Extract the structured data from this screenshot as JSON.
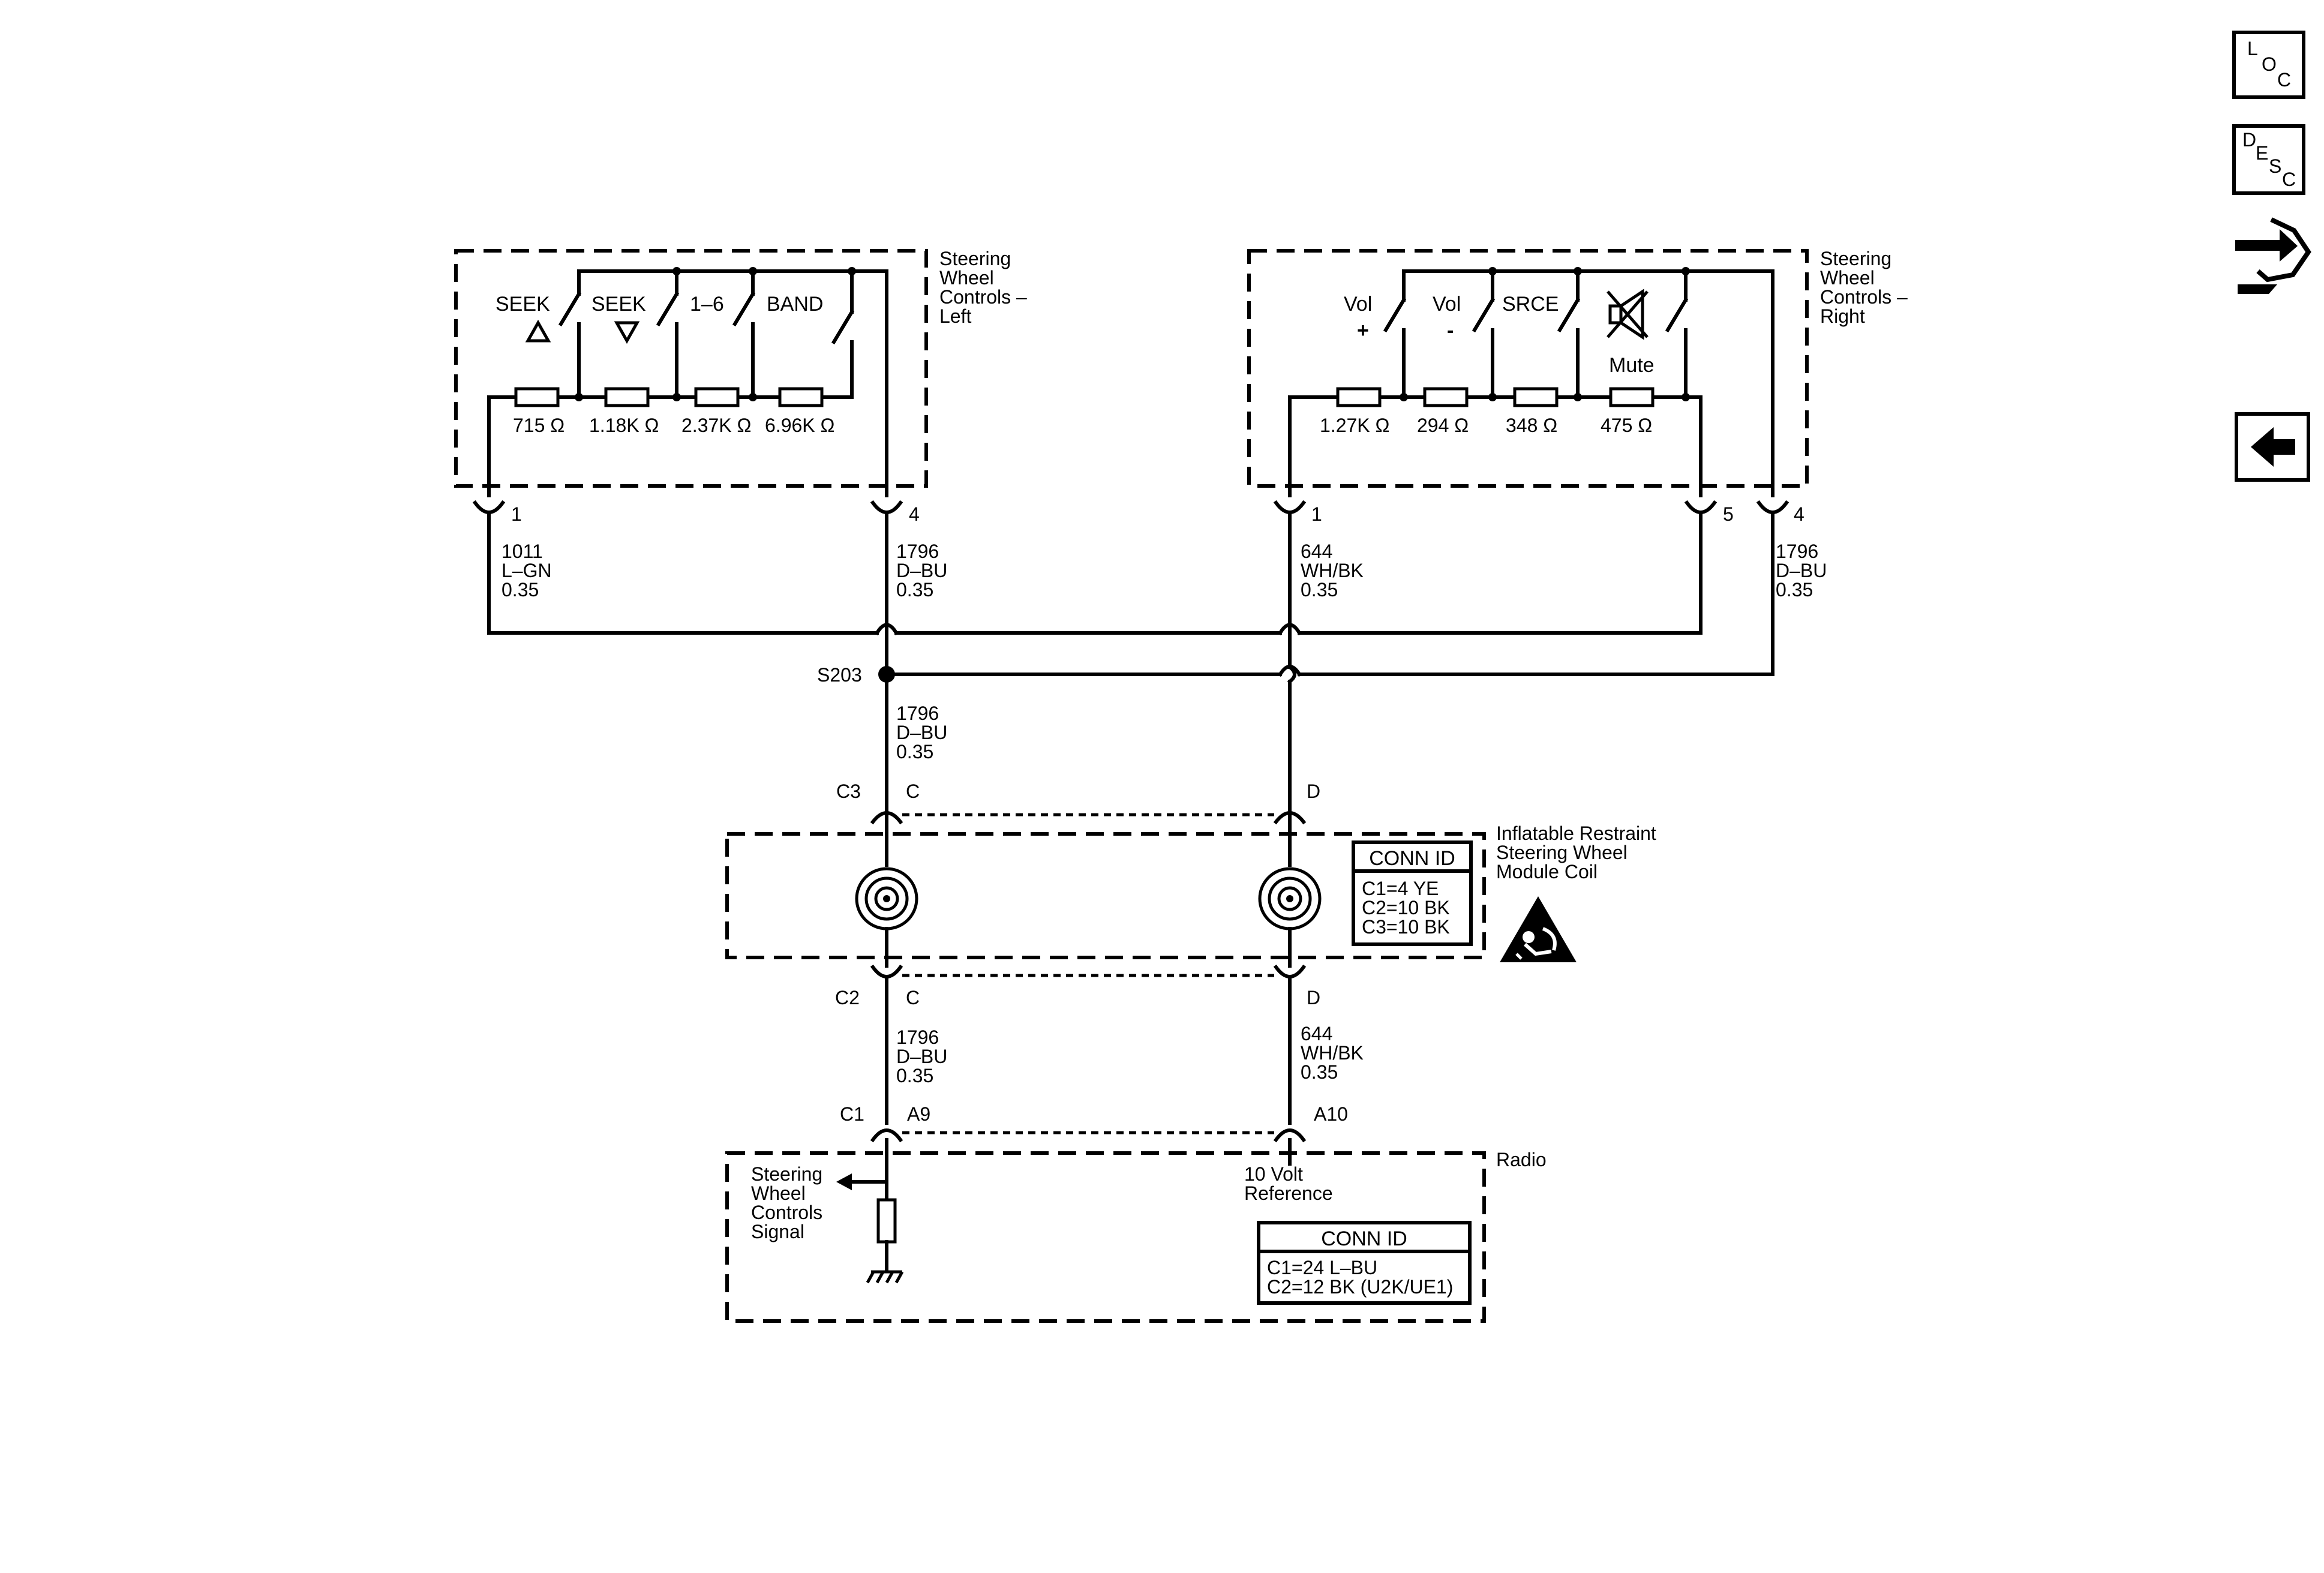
{
  "modules": {
    "left": {
      "label_lines": [
        "Steering",
        "Wheel",
        "Controls –",
        "Left"
      ]
    },
    "right": {
      "label_lines": [
        "Steering",
        "Wheel",
        "Controls –",
        "Right"
      ]
    },
    "coil": {
      "label_lines": [
        "Inflatable Restraint",
        "Steering Wheel",
        "Module Coil"
      ]
    },
    "radio": {
      "label": "Radio"
    }
  },
  "left_switches": {
    "seek_up": "SEEK",
    "seek_down": "SEEK",
    "one_six": "1–6",
    "band": "BAND"
  },
  "left_resistors": [
    "715 Ω",
    "1.18K Ω",
    "2.37K Ω",
    "6.96K Ω"
  ],
  "right_switches": {
    "vol_up": "Vol",
    "vol_up_sign": "+",
    "vol_down": "Vol",
    "vol_down_sign": "-",
    "source": "SRCE",
    "mute": "Mute"
  },
  "right_resistors": [
    "1.27K Ω",
    "294 Ω",
    "348 Ω",
    "475 Ω"
  ],
  "pins": {
    "left_1": "1",
    "left_4": "4",
    "right_1": "1",
    "right_5": "5",
    "right_4": "4",
    "c3_c": "C",
    "c3_d": "D",
    "c2_c": "C",
    "c2_d": "D",
    "c1_a9": "A9",
    "c1_a10": "A10"
  },
  "connectors": {
    "c3": "C3",
    "c2": "C2",
    "c1": "C1"
  },
  "splice": "S203",
  "wires": {
    "w1011": [
      "1011",
      "L–GN",
      "0.35"
    ],
    "w1796_left": [
      "1796",
      "D–BU",
      "0.35"
    ],
    "w644_right": [
      "644",
      "WH/BK",
      "0.35"
    ],
    "w1796_right": [
      "1796",
      "D–BU",
      "0.35"
    ],
    "w1796_mid": [
      "1796",
      "D–BU",
      "0.35"
    ],
    "w1796_low": [
      "1796",
      "D–BU",
      "0.35"
    ],
    "w644_low": [
      "644",
      "WH/BK",
      "0.35"
    ]
  },
  "coil_conn": {
    "title": "CONN ID",
    "lines": [
      "C1=4 YE",
      "C2=10 BK",
      "C3=10 BK"
    ]
  },
  "radio_conn": {
    "title": "CONN ID",
    "lines": [
      "C1=24 L–BU",
      "C2=12 BK (U2K/UE1)"
    ]
  },
  "radio_signals": {
    "swc_lines": [
      "Steering",
      "Wheel",
      "Controls",
      "Signal"
    ],
    "ref_lines": [
      "10 Volt",
      "Reference"
    ]
  },
  "sidebar": {
    "loc": {
      "l1": "L",
      "l2": "O",
      "l3": "C"
    },
    "desc": {
      "l1": "D",
      "l2": "E",
      "l3": "S",
      "l4": "C"
    }
  }
}
